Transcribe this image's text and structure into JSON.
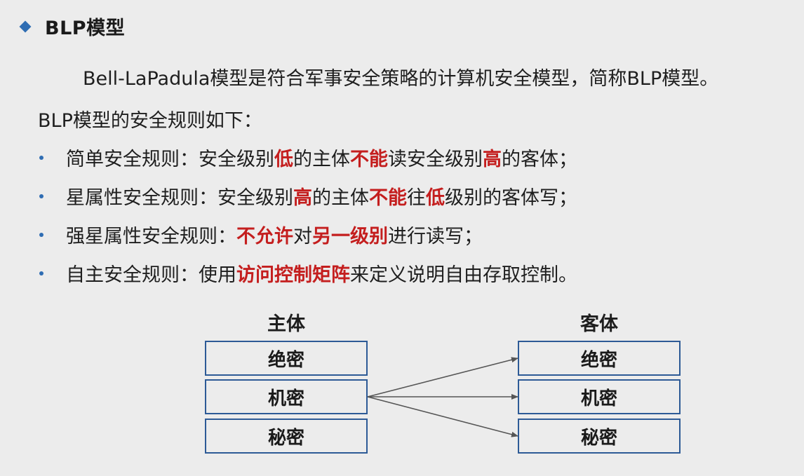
{
  "heading": "BLP模型",
  "intro": "Bell-LaPadula模型是符合军事安全策略的计算机安全模型，简称BLP模型。",
  "rules_title": "BLP模型的安全规则如下：",
  "rules": [
    [
      {
        "t": "简单安全规则：安全级别",
        "em": false
      },
      {
        "t": "低",
        "em": true
      },
      {
        "t": "的主体",
        "em": false
      },
      {
        "t": "不能",
        "em": true
      },
      {
        "t": "读安全级别",
        "em": false
      },
      {
        "t": "高",
        "em": true
      },
      {
        "t": "的客体；",
        "em": false
      }
    ],
    [
      {
        "t": "星属性安全规则：安全级别",
        "em": false
      },
      {
        "t": "高",
        "em": true
      },
      {
        "t": "的主体",
        "em": false
      },
      {
        "t": "不能",
        "em": true
      },
      {
        "t": "往",
        "em": false
      },
      {
        "t": "低",
        "em": true
      },
      {
        "t": "级别的客体写；",
        "em": false
      }
    ],
    [
      {
        "t": "强星属性安全规则：",
        "em": false
      },
      {
        "t": "不允许",
        "em": true
      },
      {
        "t": "对",
        "em": false
      },
      {
        "t": "另一级别",
        "em": true
      },
      {
        "t": "进行读写；",
        "em": false
      }
    ],
    [
      {
        "t": "自主安全规则：使用",
        "em": false
      },
      {
        "t": "访问控制矩阵",
        "em": true
      },
      {
        "t": "来定义说明自由存取控制。",
        "em": false
      }
    ]
  ],
  "diagram": {
    "subject_label": "主体",
    "object_label": "客体",
    "subject_levels": [
      "绝密",
      "机密",
      "秘密"
    ],
    "object_levels": [
      "绝密",
      "机密",
      "秘密"
    ]
  },
  "colors": {
    "accent": "#2f6db3",
    "emphasis": "#c41e1e",
    "box_border": "#2d5a96"
  }
}
